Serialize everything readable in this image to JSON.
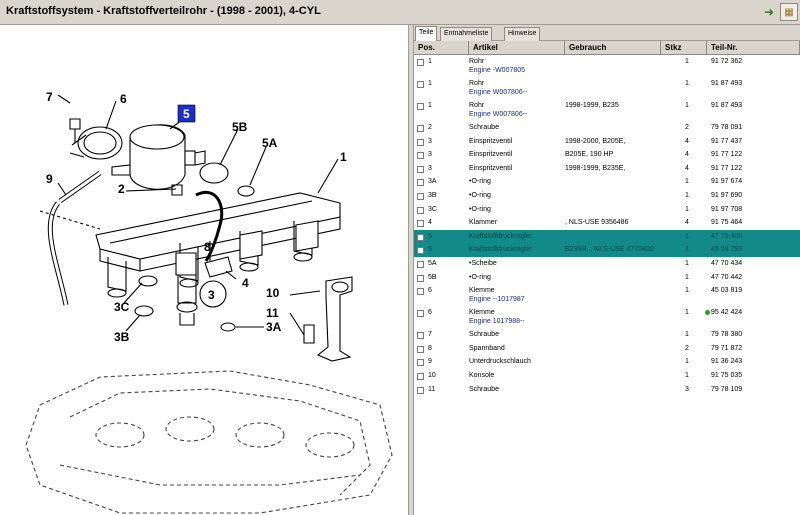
{
  "window": {
    "title": "Kraftstoffsystem - Kraftstoffverteilrohr -      (1998 - 2001), 4-CYL",
    "export_icon": "export-arrow-icon",
    "tree_icon": "tree-view-icon"
  },
  "tabs": [
    "Teile",
    "Entnahmeliste",
    "Hinweise"
  ],
  "columns": [
    "Pos.",
    "Artikel",
    "Gebrauch",
    "Stkz",
    "Teil-Nr."
  ],
  "colors": {
    "selection": "#138a8a",
    "engine_text": "#1a2a8c",
    "highlight_box": "#1a2ecc"
  },
  "rows": [
    {
      "pos": "1",
      "artikel": "Rohr",
      "sub": "Engine -W007805",
      "gebrauch": "",
      "stkz": "1",
      "teil": "91 72 362",
      "sel": false,
      "dot": false
    },
    {
      "pos": "1",
      "artikel": "Rohr",
      "sub": "Engine W007806--",
      "gebrauch": "",
      "stkz": "1",
      "teil": "91 87 493",
      "sel": false,
      "dot": false
    },
    {
      "pos": "1",
      "artikel": "Rohr",
      "sub": "Engine W007806--",
      "gebrauch": "1998-1999, B235",
      "stkz": "1",
      "teil": "91 87 493",
      "sel": false,
      "dot": false
    },
    {
      "pos": "2",
      "artikel": "Schraube",
      "sub": "",
      "gebrauch": "",
      "stkz": "2",
      "teil": "79 78 091",
      "sel": false,
      "dot": false
    },
    {
      "pos": "3",
      "artikel": "Einspritzventil",
      "sub": "",
      "gebrauch": "1998-2000, B205E,",
      "stkz": "4",
      "teil": "91 77 437",
      "sel": false,
      "dot": false
    },
    {
      "pos": "3",
      "artikel": "Einspritzventil",
      "sub": "",
      "gebrauch": "B205E, 190 HP",
      "stkz": "4",
      "teil": "91 77 122",
      "sel": false,
      "dot": false
    },
    {
      "pos": "3",
      "artikel": "Einspritzventil",
      "sub": "",
      "gebrauch": "1998-1999, B235E,",
      "stkz": "4",
      "teil": "91 77 122",
      "sel": false,
      "dot": false
    },
    {
      "pos": "3A",
      "artikel": "•O-ring",
      "sub": "",
      "gebrauch": "",
      "stkz": "1",
      "teil": "91 97 674",
      "sel": false,
      "dot": false
    },
    {
      "pos": "3B",
      "artikel": "•O-ring",
      "sub": "",
      "gebrauch": "",
      "stkz": "1",
      "teil": "91 97 690",
      "sel": false,
      "dot": false
    },
    {
      "pos": "3C",
      "artikel": "•O-ring",
      "sub": "",
      "gebrauch": "",
      "stkz": "1",
      "teil": "91 97 708",
      "sel": false,
      "dot": false
    },
    {
      "pos": "4",
      "artikel": "Klammer",
      "sub": "",
      "gebrauch": ", NLS-USE 9356486",
      "stkz": "4",
      "teil": "91 75 464",
      "sel": false,
      "dot": false
    },
    {
      "pos": "5",
      "artikel": "Kraftstoffdruckregler",
      "sub": "",
      "gebrauch": "",
      "stkz": "1",
      "teil": "47 70 400",
      "sel": true,
      "dot": false
    },
    {
      "pos": "5",
      "artikel": "Kraftstoffdruckregler",
      "sub": "",
      "gebrauch": "B235R, , NLS-USE 4770400",
      "stkz": "1",
      "teil": "45 03 793",
      "sel": true,
      "dot": false
    },
    {
      "pos": "5A",
      "artikel": "•Scheibe",
      "sub": "",
      "gebrauch": "",
      "stkz": "1",
      "teil": "47 70 434",
      "sel": false,
      "dot": false
    },
    {
      "pos": "5B",
      "artikel": "•O-ring",
      "sub": "",
      "gebrauch": "",
      "stkz": "1",
      "teil": "47 70 442",
      "sel": false,
      "dot": false
    },
    {
      "pos": "6",
      "artikel": "Klemme",
      "sub": "Engine --1017987",
      "gebrauch": "",
      "stkz": "1",
      "teil": "45 03 819",
      "sel": false,
      "dot": false
    },
    {
      "pos": "6",
      "artikel": "Klemme",
      "sub": "Engine 1017988--",
      "gebrauch": "",
      "stkz": "1",
      "teil": "95 42 424",
      "sel": false,
      "dot": true
    },
    {
      "pos": "7",
      "artikel": "Schraube",
      "sub": "",
      "gebrauch": "",
      "stkz": "1",
      "teil": "79 78 380",
      "sel": false,
      "dot": false
    },
    {
      "pos": "8",
      "artikel": "Spannband",
      "sub": "",
      "gebrauch": "",
      "stkz": "2",
      "teil": "79 71 872",
      "sel": false,
      "dot": false
    },
    {
      "pos": "9",
      "artikel": "Unterdruckschlauch",
      "sub": "",
      "gebrauch": "",
      "stkz": "1",
      "teil": "91 36 243",
      "sel": false,
      "dot": false
    },
    {
      "pos": "10",
      "artikel": "Konsole",
      "sub": "",
      "gebrauch": "",
      "stkz": "1",
      "teil": "91 75 035",
      "sel": false,
      "dot": false
    },
    {
      "pos": "11",
      "artikel": "Schraube",
      "sub": "",
      "gebrauch": "",
      "stkz": "3",
      "teil": "79 78 109",
      "sel": false,
      "dot": false
    }
  ],
  "diagram": {
    "callouts": [
      "7",
      "6",
      "5",
      "5B",
      "5A",
      "1",
      "9",
      "2",
      "8",
      "4",
      "3",
      "3C",
      "3B",
      "10",
      "11",
      "3A"
    ],
    "highlighted": "5"
  }
}
